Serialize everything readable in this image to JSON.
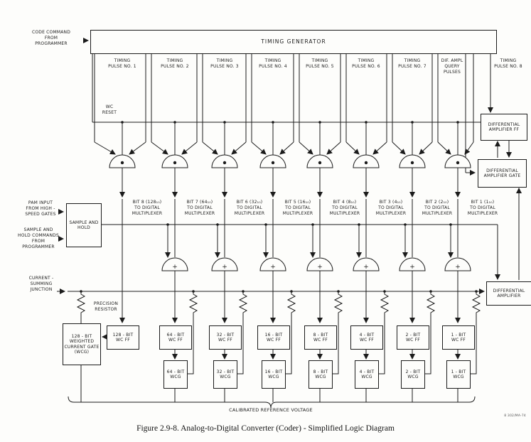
{
  "colors": {
    "ink": "#1b1b1b",
    "paper": "#fdfdfb"
  },
  "caption": "Figure 2.9-8.  Analog-to-Digital Converter (Coder) - Simplified Logic Diagram",
  "ref_number": "8 302/MA-74",
  "timing_generator": "TIMING GENERATOR",
  "gate_plus": "+",
  "left_labels": {
    "code_command": {
      "l1": "CODE COMMAND",
      "l2": "FROM",
      "l3": "PROGRAMMER"
    },
    "wc_reset": {
      "l1": "WC",
      "l2": "RESET"
    },
    "pam_input": {
      "l1": "PAM INPUT",
      "l2": "FROM HIGH -",
      "l3": "SPEED GATES"
    },
    "sh_commands": {
      "l1": "SAMPLE AND",
      "l2": "HOLD COMMANDS",
      "l3": "FROM PROGRAMMER"
    },
    "current_summing": {
      "l1": "CURRENT -",
      "l2": "SUMMING",
      "l3": "JUNCTION"
    },
    "precision_resistor": {
      "l1": "PRECISION",
      "l2": "RESISTOR"
    }
  },
  "boxes": {
    "sample_hold": "SAMPLE AND HOLD",
    "weighted_gate_128": "128 - BIT WEIGHTED CURRENT GATE (WCG)",
    "diff_ff": "DIFFERENTIAL AMPLIFIER FF",
    "diff_gate": "DIFFERENTIAL AMPLIFIER GATE",
    "diff_amp": "DIFFERENTIAL AMPLIFIER"
  },
  "timing_labels": [
    {
      "l1": "TIMING",
      "l2": "PULSE NO. 1"
    },
    {
      "l1": "TIMING",
      "l2": "PULSE NO. 2"
    },
    {
      "l1": "TIMING",
      "l2": "PULSE NO. 3"
    },
    {
      "l1": "TIMING",
      "l2": "PULSE NO. 4"
    },
    {
      "l1": "TIMING",
      "l2": "PULSE NO. 5"
    },
    {
      "l1": "TIMING",
      "l2": "PULSE NO. 6"
    },
    {
      "l1": "TIMING",
      "l2": "PULSE NO. 7"
    }
  ],
  "query_label": {
    "l1": "DIF. AMPL",
    "l2": "QUERY",
    "l3": "PULSES"
  },
  "timing8_label": {
    "l1": "TIMING",
    "l2": "PULSE NO. 8"
  },
  "bit_labels": [
    {
      "l1": "BIT 8 (128₁₀)",
      "l2": "TO DIGITAL",
      "l3": "MULTIPLEXER"
    },
    {
      "l1": "BIT 7 (64₁₀)",
      "l2": "TO DIGITAL",
      "l3": "MULTIPLEXER"
    },
    {
      "l1": "BIT 6 (32₁₀)",
      "l2": "TO DIGITAL",
      "l3": "MULTIPLEXER"
    },
    {
      "l1": "BIT 5 (16₁₀)",
      "l2": "TO DIGITAL",
      "l3": "MULTIPLEXER"
    },
    {
      "l1": "BIT 4 (8₁₀)",
      "l2": "TO DIGITAL",
      "l3": "MULTIPLEXER"
    },
    {
      "l1": "BIT 3 (4₁₀)",
      "l2": "TO DIGITAL",
      "l3": "MULTIPLEXER"
    },
    {
      "l1": "BIT 2 (2₁₀)",
      "l2": "TO DIGITAL",
      "l3": "MULTIPLEXER"
    },
    {
      "l1": "BIT 1 (1₁₀)",
      "l2": "TO DIGITAL",
      "l3": "MULTIPLEXER"
    }
  ],
  "ff_boxes": [
    {
      "top": "128 - BIT",
      "bot": "WC FF"
    },
    {
      "top": "64 - BIT",
      "bot": "WC FF"
    },
    {
      "top": "32 - BIT",
      "bot": "WC FF"
    },
    {
      "top": "16 - BIT",
      "bot": "WC FF"
    },
    {
      "top": "8 - BIT",
      "bot": "WC FF"
    },
    {
      "top": "4 - BIT",
      "bot": "WC FF"
    },
    {
      "top": "2 - BIT",
      "bot": "WC FF"
    },
    {
      "top": "1 - BIT",
      "bot": "WC FF"
    }
  ],
  "wcg_boxes": [
    {
      "top": "64 - BIT",
      "bot": "WCG"
    },
    {
      "top": "32 - BIT",
      "bot": "WCG"
    },
    {
      "top": "16 - BIT",
      "bot": "WCG"
    },
    {
      "top": "8 - BIT",
      "bot": "WCG"
    },
    {
      "top": "4 - BIT",
      "bot": "WCG"
    },
    {
      "top": "2 - BIT",
      "bot": "WCG"
    },
    {
      "top": "1 - BIT",
      "bot": "WCG"
    }
  ],
  "calibrated": "CALIBRATED REFERENCE VOLTAGE"
}
